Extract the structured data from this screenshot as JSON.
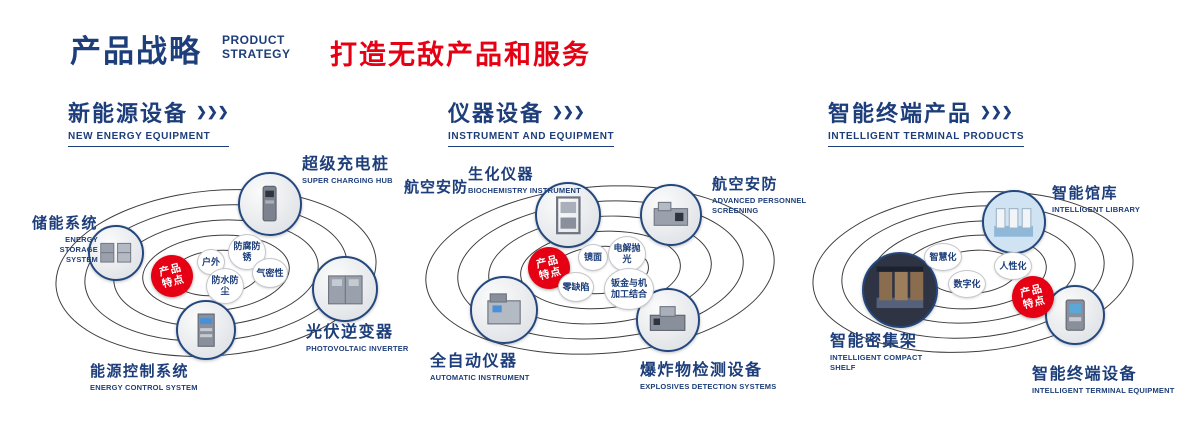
{
  "header": {
    "title_cn": "产品战略",
    "title_en_line1": "PRODUCT",
    "title_en_line2": "STRATEGY",
    "subtitle": "打造无敌产品和服务"
  },
  "colors": {
    "navy": "#1d3e7a",
    "red": "#e50113"
  },
  "sections": [
    {
      "title_cn": "新能源设备",
      "title_en": "NEW ENERGY EQUIPMENT",
      "badge_line1": "产品",
      "badge_line2": "特点",
      "features": [
        "户外",
        "防腐防锈",
        "气密性",
        "防水防尘"
      ],
      "items": [
        {
          "cn": "储能系统",
          "en": "ENERGY STORAGE SYSTEM"
        },
        {
          "cn": "超级充电桩",
          "en": "SUPER CHARGING HUB"
        },
        {
          "cn": "光伏逆变器",
          "en": "PHOTOVOLTAIC INVERTER"
        },
        {
          "cn": "能源控制系统",
          "en": "ENERGY CONTROL SYSTEM"
        }
      ]
    },
    {
      "title_cn": "仪器设备",
      "title_en": "INSTRUMENT AND EQUIPMENT",
      "badge_line1": "产品",
      "badge_line2": "特点",
      "side_label": "航空安防",
      "features": [
        "镜面",
        "电解抛光",
        "零缺陷",
        "钣金与机加工结合"
      ],
      "items": [
        {
          "cn": "生化仪器",
          "en": "BIOCHEMISTRY INSTRUMENT"
        },
        {
          "cn": "航空安防",
          "en": "ADVANCED PERSONNEL SCREENING"
        },
        {
          "cn": "全自动仪器",
          "en": "AUTOMATIC INSTRUMENT"
        },
        {
          "cn": "爆炸物检测设备",
          "en": "EXPLOSIVES DETECTION SYSTEMS"
        }
      ]
    },
    {
      "title_cn": "智能终端产品",
      "title_en": "INTELLIGENT TERMINAL PRODUCTS",
      "badge_line1": "产品",
      "badge_line2": "特点",
      "features": [
        "智慧化",
        "人性化",
        "数字化"
      ],
      "items": [
        {
          "cn": "智能馆库",
          "en": "INTELLIGENT LIBRARY"
        },
        {
          "cn": "智能密集架",
          "en": "INTELLIGENT COMPACT SHELF"
        },
        {
          "cn": "智能终端设备",
          "en": "INTELLIGENT TERMINAL EQUIPMENT"
        }
      ]
    }
  ]
}
